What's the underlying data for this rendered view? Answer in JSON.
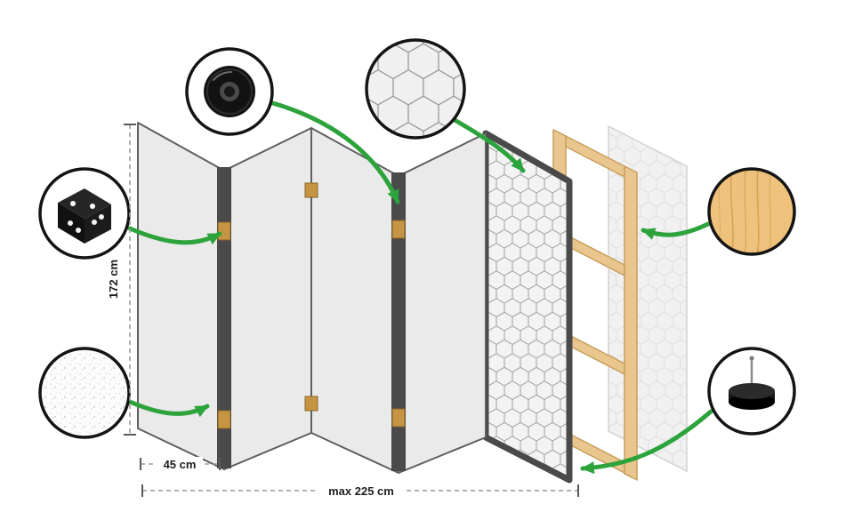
{
  "dimensions": {
    "height": "172 cm",
    "panel_width": "45 cm",
    "max_total_width": "max 225 cm"
  },
  "components": [
    "folding-panel-1",
    "folding-panel-2",
    "folding-panel-3",
    "folding-panel-4",
    "patterned-panel",
    "wooden-frame",
    "backing-sheet"
  ],
  "callouts": [
    "hinge-bracket-icon",
    "tape-roll-icon",
    "pattern-closeup-icon",
    "fleece-texture-icon",
    "wood-texture-icon",
    "felt-foot-icon"
  ],
  "colors": {
    "arrow_green": "#2da33c",
    "panel_face": "#eaeaea",
    "panel_edge": "#4a4a4a",
    "hinge_brass": "#c69544",
    "frame_wood": "#e9c68d",
    "callout_outline": "#141414",
    "dimension_line": "#9a9a9a"
  }
}
